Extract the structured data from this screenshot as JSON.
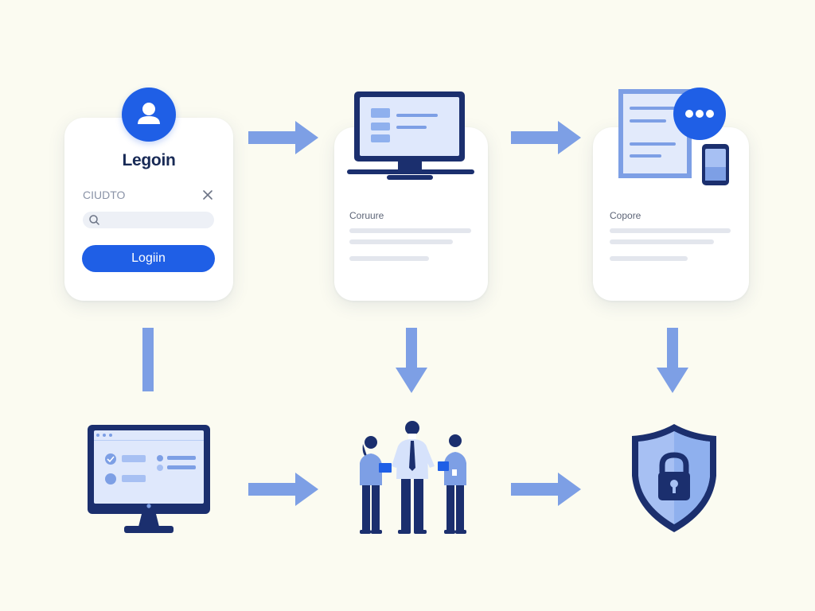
{
  "login_card": {
    "title": "Legoin",
    "field_label": "CIUDTO",
    "button_label": "Logiin",
    "icons": [
      "user-icon",
      "close-icon",
      "search-icon"
    ]
  },
  "monitor_card": {
    "caption": "Coruure"
  },
  "document_card": {
    "caption": "Copore",
    "icons": [
      "document-icon",
      "chat-bubble-icon",
      "phone-icon"
    ]
  },
  "bottom_row": {
    "icons": [
      "desktop-dashboard-icon",
      "team-people-icon",
      "security-shield-lock-icon"
    ]
  },
  "colors": {
    "background": "#fbfbf1",
    "primary": "#1f5fe6",
    "navy": "#1b2f6e",
    "arrow": "#7d9fe5",
    "light_blue": "#b8ccf5"
  }
}
